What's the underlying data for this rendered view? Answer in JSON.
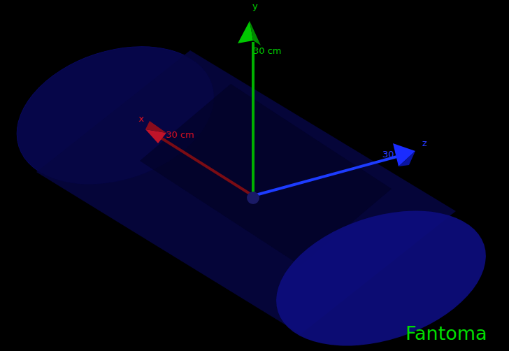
{
  "diagram": {
    "labels": [
      "y",
      "30 cm",
      "x",
      "30 cm",
      "z",
      "30",
      "Fantoma"
    ]
  }
}
